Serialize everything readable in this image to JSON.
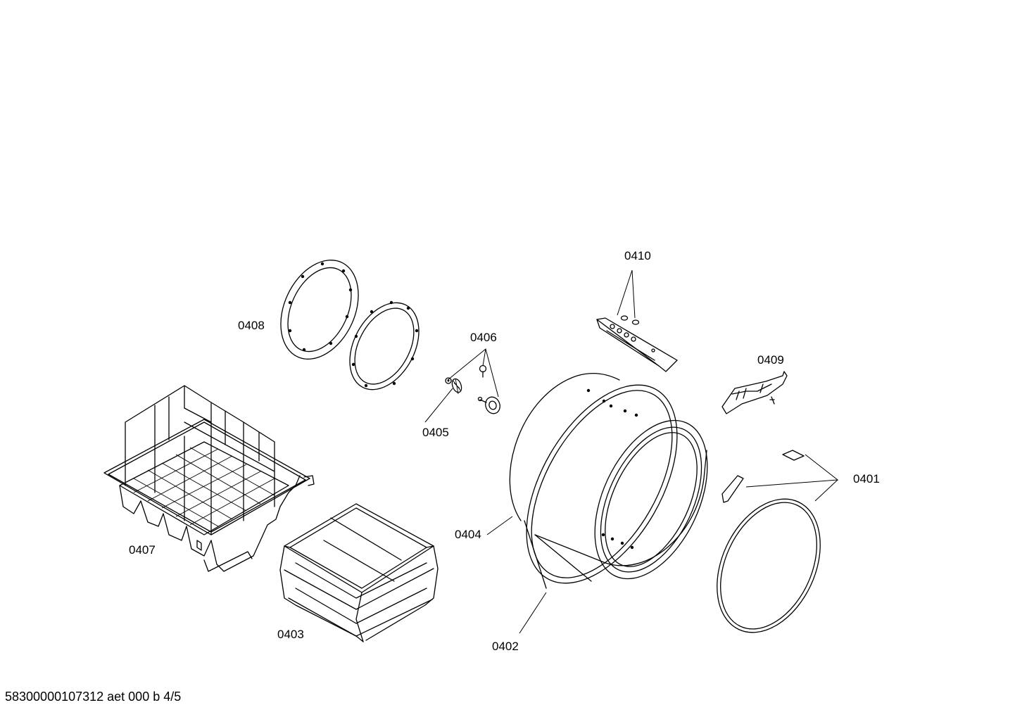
{
  "parts": [
    {
      "id": "p0401",
      "number": "0401"
    },
    {
      "id": "p0402",
      "number": "0402"
    },
    {
      "id": "p0403",
      "number": "0403"
    },
    {
      "id": "p0404",
      "number": "0404"
    },
    {
      "id": "p0405",
      "number": "0405"
    },
    {
      "id": "p0406",
      "number": "0406"
    },
    {
      "id": "p0407",
      "number": "0407"
    },
    {
      "id": "p0408",
      "number": "0408"
    },
    {
      "id": "p0409",
      "number": "0409"
    },
    {
      "id": "p0410",
      "number": "0410"
    }
  ],
  "labels": {
    "l0401": "0401",
    "l0402": "0402",
    "l0403": "0403",
    "l0404": "0404",
    "l0405": "0405",
    "l0406": "0406",
    "l0407": "0407",
    "l0408": "0408",
    "l0409": "0409",
    "l0410": "0410"
  },
  "footer": {
    "document_id": "58300000107312 aet 000 b 4/5"
  },
  "colors": {
    "line": "#000000",
    "background": "#ffffff"
  }
}
